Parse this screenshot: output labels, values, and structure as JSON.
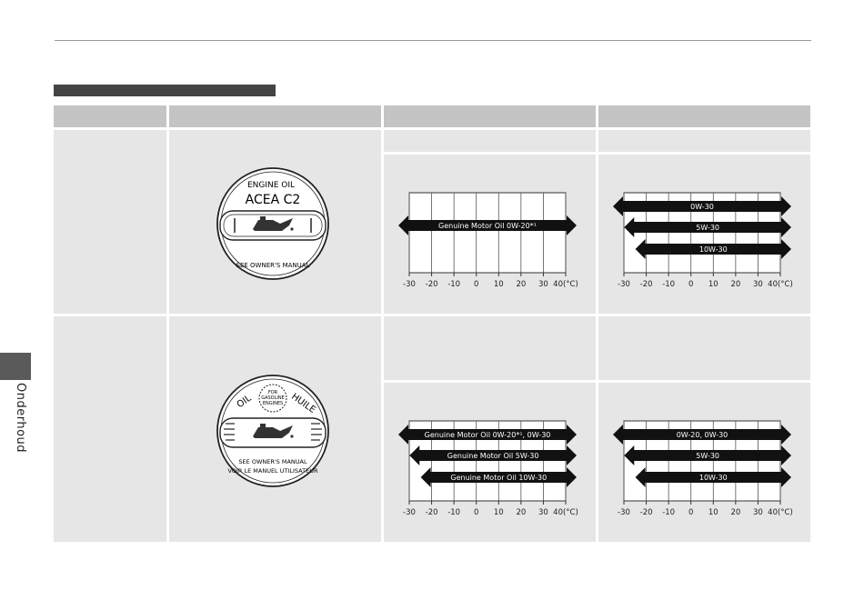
{
  "side_tab": {
    "label": "Onderhoud"
  },
  "cap1": {
    "line1": "ENGINE OIL",
    "line2": "ACEA C2",
    "line3": "SEE OWNER'S MANUAL"
  },
  "cap2": {
    "left": "OIL",
    "right": "HUILE",
    "badge1": "FOR",
    "badge2": "GASOLINE",
    "badge3": "ENGINES",
    "ring1": "SEE OWNER'S MANUAL",
    "ring2": "VOIR LE MANUEL UTILISATEUR"
  },
  "chart_data": [
    {
      "type": "range",
      "xlabel_unit": "(°C)",
      "x_ticks": [
        -30,
        -20,
        -10,
        0,
        10,
        20,
        30,
        40
      ],
      "xlim": [
        -30,
        40
      ],
      "series": [
        {
          "name": "Genuine Motor Oil 0W-20*¹",
          "range": [
            -30,
            40
          ]
        }
      ]
    },
    {
      "type": "range",
      "xlabel_unit": "(°C)",
      "x_ticks": [
        -30,
        -20,
        -10,
        0,
        10,
        20,
        30,
        40
      ],
      "xlim": [
        -30,
        40
      ],
      "series": [
        {
          "name": "0W-30",
          "range": [
            -30,
            40
          ]
        },
        {
          "name": "5W-30",
          "range": [
            -25,
            40
          ]
        },
        {
          "name": "10W-30",
          "range": [
            -20,
            40
          ]
        }
      ]
    },
    {
      "type": "range",
      "xlabel_unit": "(°C)",
      "x_ticks": [
        -30,
        -20,
        -10,
        0,
        10,
        20,
        30,
        40
      ],
      "xlim": [
        -30,
        40
      ],
      "series": [
        {
          "name": "Genuine Motor Oil 0W-20*¹, 0W-30",
          "range": [
            -30,
            40
          ]
        },
        {
          "name": "Genuine Motor Oil 5W-30",
          "range": [
            -25,
            40
          ]
        },
        {
          "name": "Genuine Motor Oil 10W-30",
          "range": [
            -20,
            40
          ]
        }
      ]
    },
    {
      "type": "range",
      "xlabel_unit": "(°C)",
      "x_ticks": [
        -30,
        -20,
        -10,
        0,
        10,
        20,
        30,
        40
      ],
      "xlim": [
        -30,
        40
      ],
      "series": [
        {
          "name": "0W-20, 0W-30",
          "range": [
            -30,
            40
          ]
        },
        {
          "name": "5W-30",
          "range": [
            -25,
            40
          ]
        },
        {
          "name": "10W-30",
          "range": [
            -20,
            40
          ]
        }
      ]
    }
  ]
}
